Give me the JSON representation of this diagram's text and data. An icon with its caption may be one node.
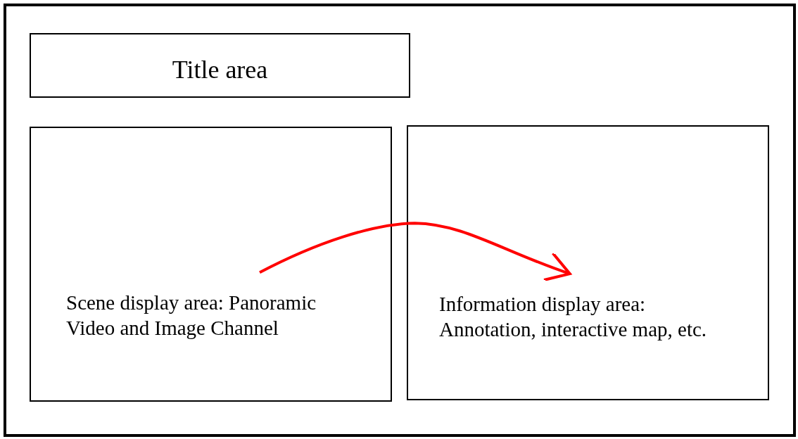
{
  "diagram": {
    "nodes": [
      {
        "text": [],
        "shape": "box"
      },
      {
        "text": [
          "Title area"
        ],
        "in": 0
      },
      {
        "text": [
          "Scene display area: Panoramic Video and Image Channel"
        ],
        "in": 0
      },
      {
        "text": [
          "Information display area: Annotation, interactive map, etc."
        ],
        "in": 0
      }
    ],
    "edges": [
      {
        "from": 2,
        "to": 3,
        "arrow": "to",
        "color": "#ff0000"
      }
    ]
  }
}
